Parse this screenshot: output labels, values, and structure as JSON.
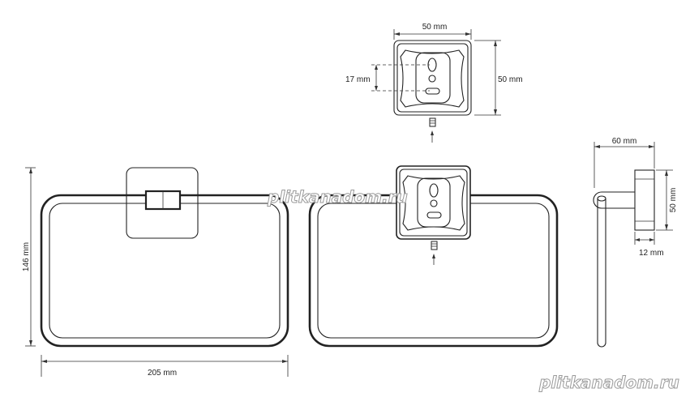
{
  "dimensions": {
    "width_overall": "205 mm",
    "height_overall": "146 mm",
    "plate_width": "50 mm",
    "plate_height": "50 mm",
    "hole_spacing": "17 mm",
    "depth": "60 mm",
    "side_height": "50 mm",
    "plate_thickness": "12 mm"
  },
  "watermarks": {
    "center": "plitkanadom.ru",
    "corner": "plitkanadom.ru"
  },
  "colors": {
    "line": "#222222",
    "watermark": "#9a9a9a",
    "background": "#ffffff"
  }
}
